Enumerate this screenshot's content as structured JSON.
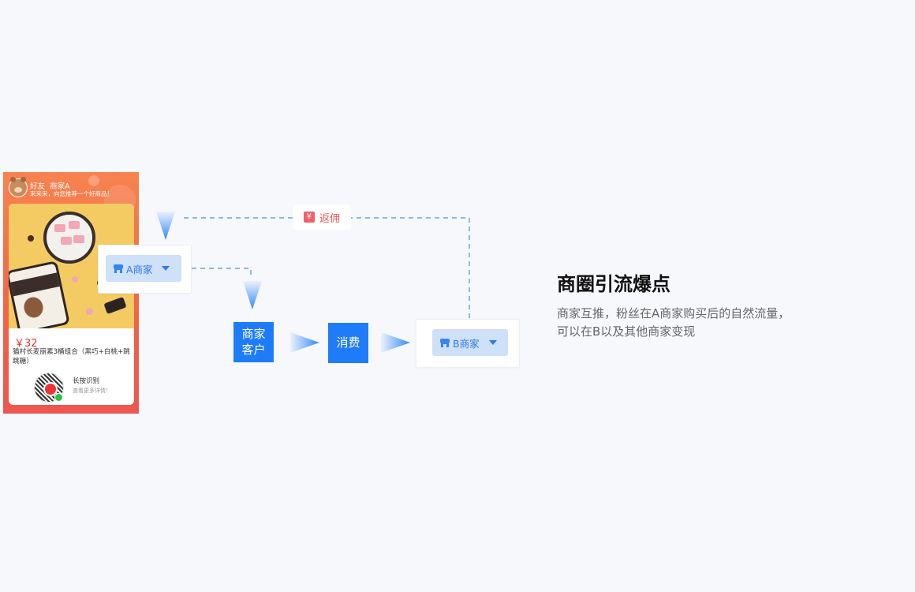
{
  "poster": {
    "friend_label": "好友",
    "merchant_name": "商家A",
    "message": "来来来，向您推荐一个好商品！",
    "price": "￥32",
    "product_title": "猫村长麦丽素3桶组合（黑巧+白桃+跳跳糖）",
    "qr_title": "长按识别",
    "qr_subtitle": "查看更多详情！"
  },
  "flow": {
    "merchant_a": "A商家",
    "merchant_b": "B商家",
    "customer": [
      "商家",
      "客户"
    ],
    "consume": "消费",
    "rebate": "返佣"
  },
  "description": {
    "title": "商圈引流爆点",
    "line1": "商家互推，粉丝在A商家购买后的自然流量，",
    "line2": "可以在B以及其他商家变现"
  },
  "colors": {
    "primary_blue": "#1e7cf9",
    "select_bg": "#cfe0f9",
    "rebate_red": "#ee5a5a",
    "poster_orange": "#f06448"
  },
  "icons": [
    "shop-icon",
    "chevron-down-icon",
    "yen-icon",
    "qr-code",
    "arrow-icon"
  ]
}
